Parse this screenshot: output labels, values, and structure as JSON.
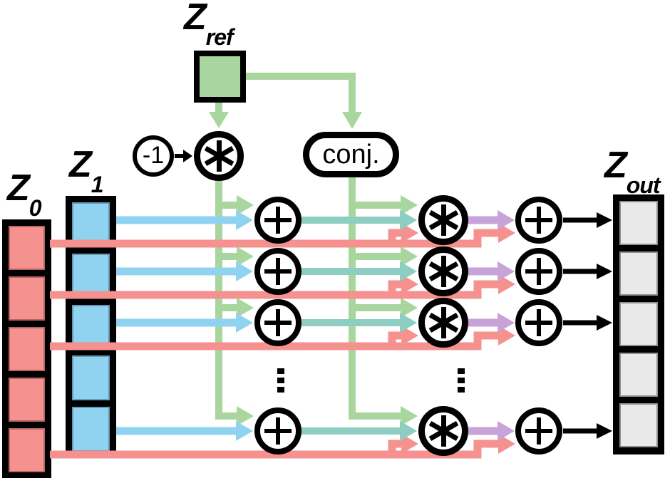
{
  "figure": {
    "type": "signal-flow-diagram",
    "rows_shown": 4,
    "rows_elided_marker": "vertical-ellipsis"
  },
  "labels": {
    "z0": {
      "base": "Z",
      "sub": "0"
    },
    "z1": {
      "base": "Z",
      "sub": "1"
    },
    "zref": {
      "base": "Z",
      "sub": "ref"
    },
    "zout": {
      "base": "Z",
      "sub": "out"
    }
  },
  "nodes": {
    "minus_one": "-1",
    "conj": "conj.",
    "plus_icon": "plus",
    "multiply_icon": "asterisk",
    "ellipsis_icon": "vertical-ellipsis"
  },
  "columns": {
    "z0": {
      "cells": 5,
      "fill": "pink"
    },
    "z1": {
      "cells": 5,
      "fill": "blue"
    },
    "zout": {
      "cells": 5,
      "fill": "gray"
    }
  },
  "colors": {
    "green": "#a9d69e",
    "blue": "#90d3f1",
    "pink": "#f5918e",
    "teal": "#8ecec2",
    "purple": "#c7a3da",
    "gray": "#e9e9e9"
  }
}
